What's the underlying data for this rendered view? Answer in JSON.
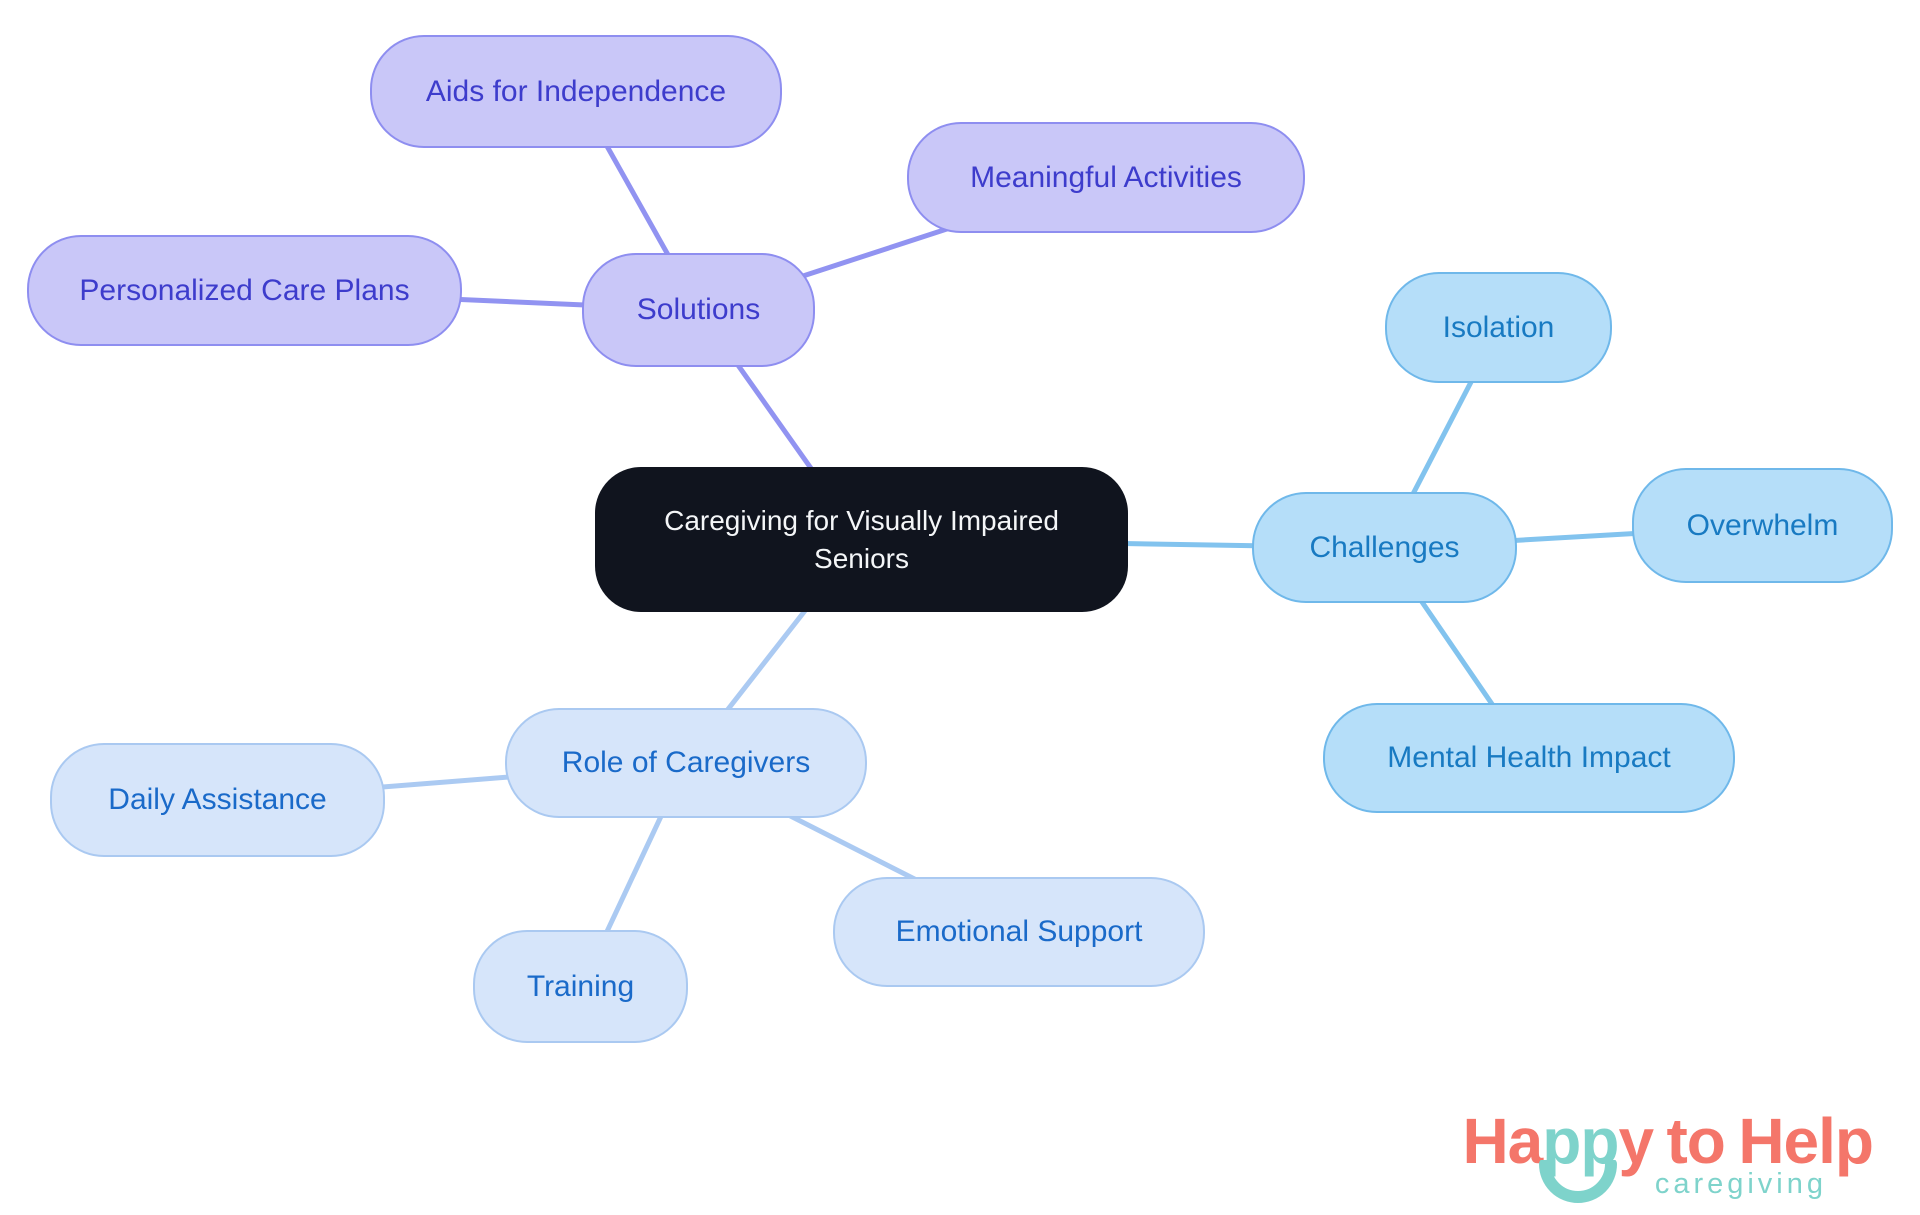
{
  "colors": {
    "background": "#ffffff",
    "central_fill": "#10141e",
    "central_text": "#f4f6f8",
    "solutions_fill": "#c9c7f8",
    "solutions_border": "#8e8ef0",
    "solutions_text": "#3d3ccc",
    "solutions_line": "#9193f1",
    "challenges_fill": "#b5def9",
    "challenges_border": "#6fb8ea",
    "challenges_text": "#187ac2",
    "challenges_line": "#82c3ee",
    "role_fill": "#d6e5fa",
    "role_border": "#aac9f1",
    "role_text": "#1a6ac9",
    "role_line": "#abcaf2",
    "logo_coral": "#f4766a",
    "logo_teal": "#7ed3cb"
  },
  "mindmap": {
    "central": {
      "label": "Caregiving for Visually Impaired Seniors"
    },
    "branches": [
      {
        "label": "Solutions",
        "children": [
          {
            "label": "Aids for Independence"
          },
          {
            "label": "Meaningful Activities"
          },
          {
            "label": "Personalized Care Plans"
          }
        ]
      },
      {
        "label": "Challenges",
        "children": [
          {
            "label": "Isolation"
          },
          {
            "label": "Overwhelm"
          },
          {
            "label": "Mental Health Impact"
          }
        ]
      },
      {
        "label": "Role of Caregivers",
        "children": [
          {
            "label": "Daily Assistance"
          },
          {
            "label": "Training"
          },
          {
            "label": "Emotional Support"
          }
        ]
      }
    ]
  },
  "logo": {
    "word1_part1": "Ha",
    "word1_part2": "pp",
    "word1_part3": "y",
    "word2": "to",
    "word3": "Help",
    "subtitle": "caregiving"
  }
}
